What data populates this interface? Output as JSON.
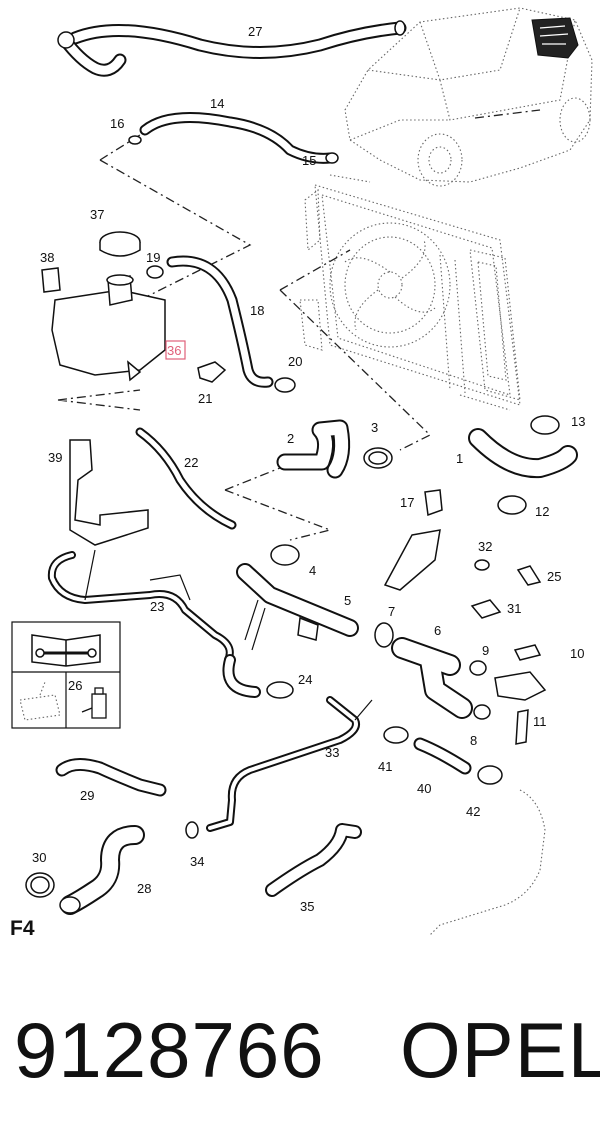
{
  "diagram": {
    "section_code": "F4",
    "highlighted_part": "36",
    "highlight_color": "#e0607a",
    "labels": {
      "p1": "1",
      "p2": "2",
      "p3": "3",
      "p4": "4",
      "p5": "5",
      "p6": "6",
      "p7": "7",
      "p8": "8",
      "p9": "9",
      "p10": "10",
      "p11": "11",
      "p12": "12",
      "p13": "13",
      "p14": "14",
      "p15": "15",
      "p16": "16",
      "p17": "17",
      "p18": "18",
      "p19": "19",
      "p20": "20",
      "p21": "21",
      "p22": "22",
      "p23": "23",
      "p24": "24",
      "p25": "25",
      "p26": "26",
      "p27": "27",
      "p28": "28",
      "p29": "29",
      "p30": "30",
      "p31": "31",
      "p32": "32",
      "p33": "33",
      "p34": "34",
      "p35": "35",
      "p36": "36",
      "p37": "37",
      "p38": "38",
      "p39": "39",
      "p40": "40",
      "p41": "41",
      "p42": "42"
    }
  },
  "footer": {
    "part_number": "9128766",
    "brand": "OPEL"
  }
}
